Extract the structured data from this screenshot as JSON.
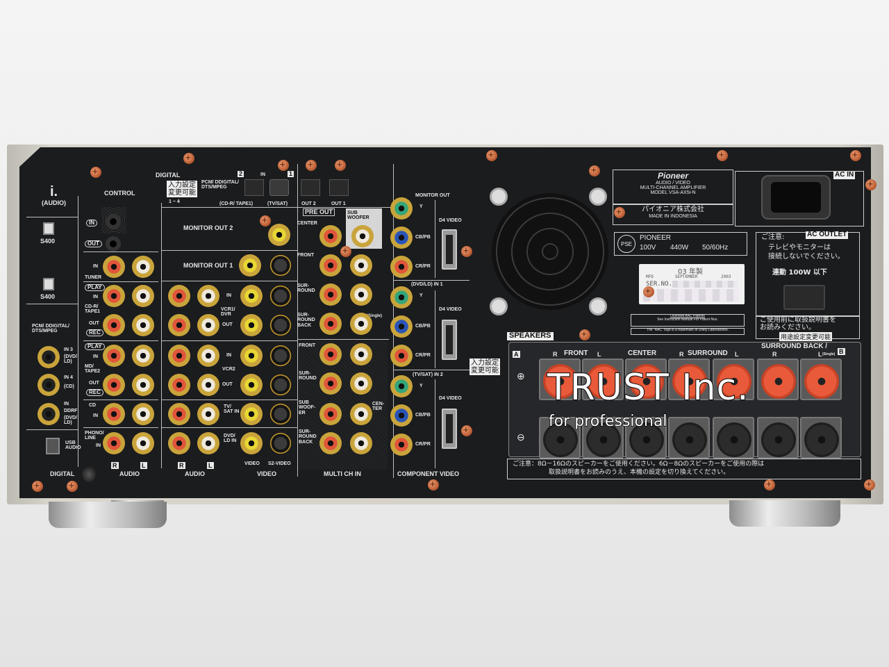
{
  "brand": "Pioneer",
  "model_plate": {
    "line1": "AUDIO / VIDEO",
    "line2": "MULTI-CHANNEL AMPLIFIER",
    "line3": "MODEL VSA-AX5i-N",
    "maker_jp": "パイオニア株式会社",
    "origin": "MADE IN INDONESIA"
  },
  "rating_plate": {
    "pse": "PSE",
    "maker": "PIONEER",
    "voltage": "100V",
    "power": "440W",
    "freq": "50/60Hz"
  },
  "serial_sticker": {
    "year_jp": "03 年製",
    "mfd_label": "MFD",
    "month": "SEPTEMBER",
    "year": "2003",
    "serial_label": "SER.NO."
  },
  "patents": {
    "line1": "Licensed AAC Patents",
    "line2": "See Instruction Manual For Patent Nos.",
    "line3": "The \"AAC\" logo is a trademark of Dolby Laboratories."
  },
  "ac_in": {
    "label": "AC IN"
  },
  "ac_outlet": {
    "label": "AC OUTLET",
    "caution": "ご注意:",
    "warn1": "テレビやモニターは",
    "warn2": "接続しないでください。",
    "switched": "連動 100W 以下",
    "manual1": "ご使用前に取扱説明書を",
    "manual2": "お読みください。",
    "usage": "用途設定変更可能"
  },
  "speakers": {
    "title": "SPEAKERS",
    "a": "A",
    "b": "B",
    "front": "FRONT",
    "center": "CENTER",
    "surround": "SURROUND",
    "surround_back": "SURROUND BACK /",
    "r": "R",
    "l": "L",
    "single": "(Single)",
    "plus": "⊕",
    "minus": "⊖",
    "warning1": "ご注意：8Ω－16Ωのスピーカーをご使用ください。6Ω－8Ωのスピーカーをご使用の際は",
    "warning2": "取扱説明書をお読みのうえ、本機の設定を切り換えてください。"
  },
  "left": {
    "ilink": "i.",
    "ilink_sub": "(AUDIO)",
    "s400_1": "S400",
    "s400_2": "S400",
    "control": "CONTROL",
    "ctrl_in": "IN",
    "ctrl_out": "OUT",
    "coax_title": "PCM/ DDIGITAL/ DTS/MPEG",
    "in3": "IN 3",
    "in3_src": "(DVD/ LD)",
    "in4": "IN 4",
    "in4_src": "(CD)",
    "rf_in": "IN",
    "rf": "DDRF",
    "rf_src": "(DVD/ LD)",
    "usb": "USB AUDIO",
    "digital_bottom": "DIGITAL"
  },
  "digital_top": {
    "title": "DIGITAL",
    "assign_jp1": "入力設定",
    "assign_jp2": "変更可能",
    "range": "1 ~ 4",
    "formats": "PCM/ DDIGITAL/ DTS/MPEG",
    "in": "IN",
    "n2": "2",
    "n1": "1",
    "src2": "(CD-R/ TAPE1)",
    "src1": "(TV/SAT)",
    "out2": "OUT 2",
    "out1": "OUT 1"
  },
  "audio_inputs": {
    "tuner_in": "IN",
    "tuner": "TUNER",
    "play": "PLAY",
    "rec": "REC",
    "in": "IN",
    "out": "OUT",
    "cdr": "CD-R/ TAPE1",
    "md": "MD/ TAPE2",
    "cd": "CD",
    "phono": "PHONO/ LINE",
    "r": "R",
    "l": "L",
    "footer": "AUDIO"
  },
  "video": {
    "monitor_out2": "MONITOR OUT 2",
    "monitor_out1": "MONITOR OUT 1",
    "vcr1": "VCR1/ DVR",
    "vcr2": "VCR2",
    "tvsat": "TV/ SAT IN",
    "dvdld": "DVD/ LD IN",
    "in": "IN",
    "out": "OUT",
    "video_col": "VIDEO",
    "s2_col": "S2-VIDEO",
    "audio_footer": "AUDIO",
    "video_footer": "VIDEO"
  },
  "preout": {
    "title": "PRE OUT",
    "sub": "SUB WOOFER",
    "center": "CENTER",
    "front": "FRONT",
    "surround": "SUR- ROUND",
    "surround_back": "SUR- ROUND BACK",
    "single": "(Single)"
  },
  "multich": {
    "front": "FRONT",
    "surround": "SUR- ROUND",
    "sub": "SUB WOOF- ER",
    "center": "CEN- TER",
    "surround_back": "SUR- ROUND BACK",
    "footer": "MULTI CH IN"
  },
  "component": {
    "monitor_out": "MONITOR OUT",
    "in1": "(DVD/LD) IN 1",
    "in2": "(TV/SAT) IN 2",
    "y": "Y",
    "cb": "CB/PB",
    "cr": "CR/PR",
    "d4": "D4 VIDEO",
    "assign1": "入力設定",
    "assign2": "変更可能",
    "footer": "COMPONENT VIDEO"
  },
  "watermark": {
    "main": "TRUST Inc.",
    "sub": "for professional"
  }
}
